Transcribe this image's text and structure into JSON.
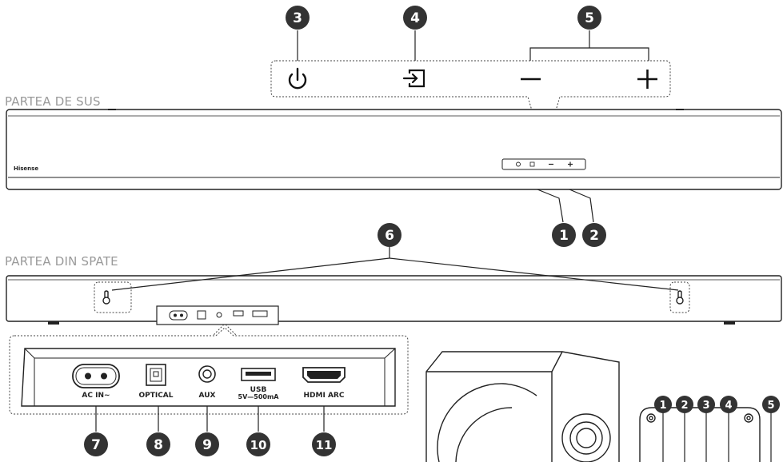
{
  "sections": {
    "top_title": "PARTEA DE SUS",
    "back_title": "PARTEA DIN SPATE"
  },
  "brand": "Hisense",
  "callouts": [
    "1",
    "2",
    "3",
    "4",
    "5",
    "6",
    "7",
    "8",
    "9",
    "10",
    "11"
  ],
  "ports": {
    "ac": "AC IN~",
    "optical": "OPTICAL",
    "aux": "AUX",
    "usb_line1": "USB",
    "usb_line2": "5V—500mA",
    "hdmi": "HDMI ARC"
  },
  "colors": {
    "badge": "#333333",
    "line": "#222222",
    "caption": "#9a9a9a"
  }
}
